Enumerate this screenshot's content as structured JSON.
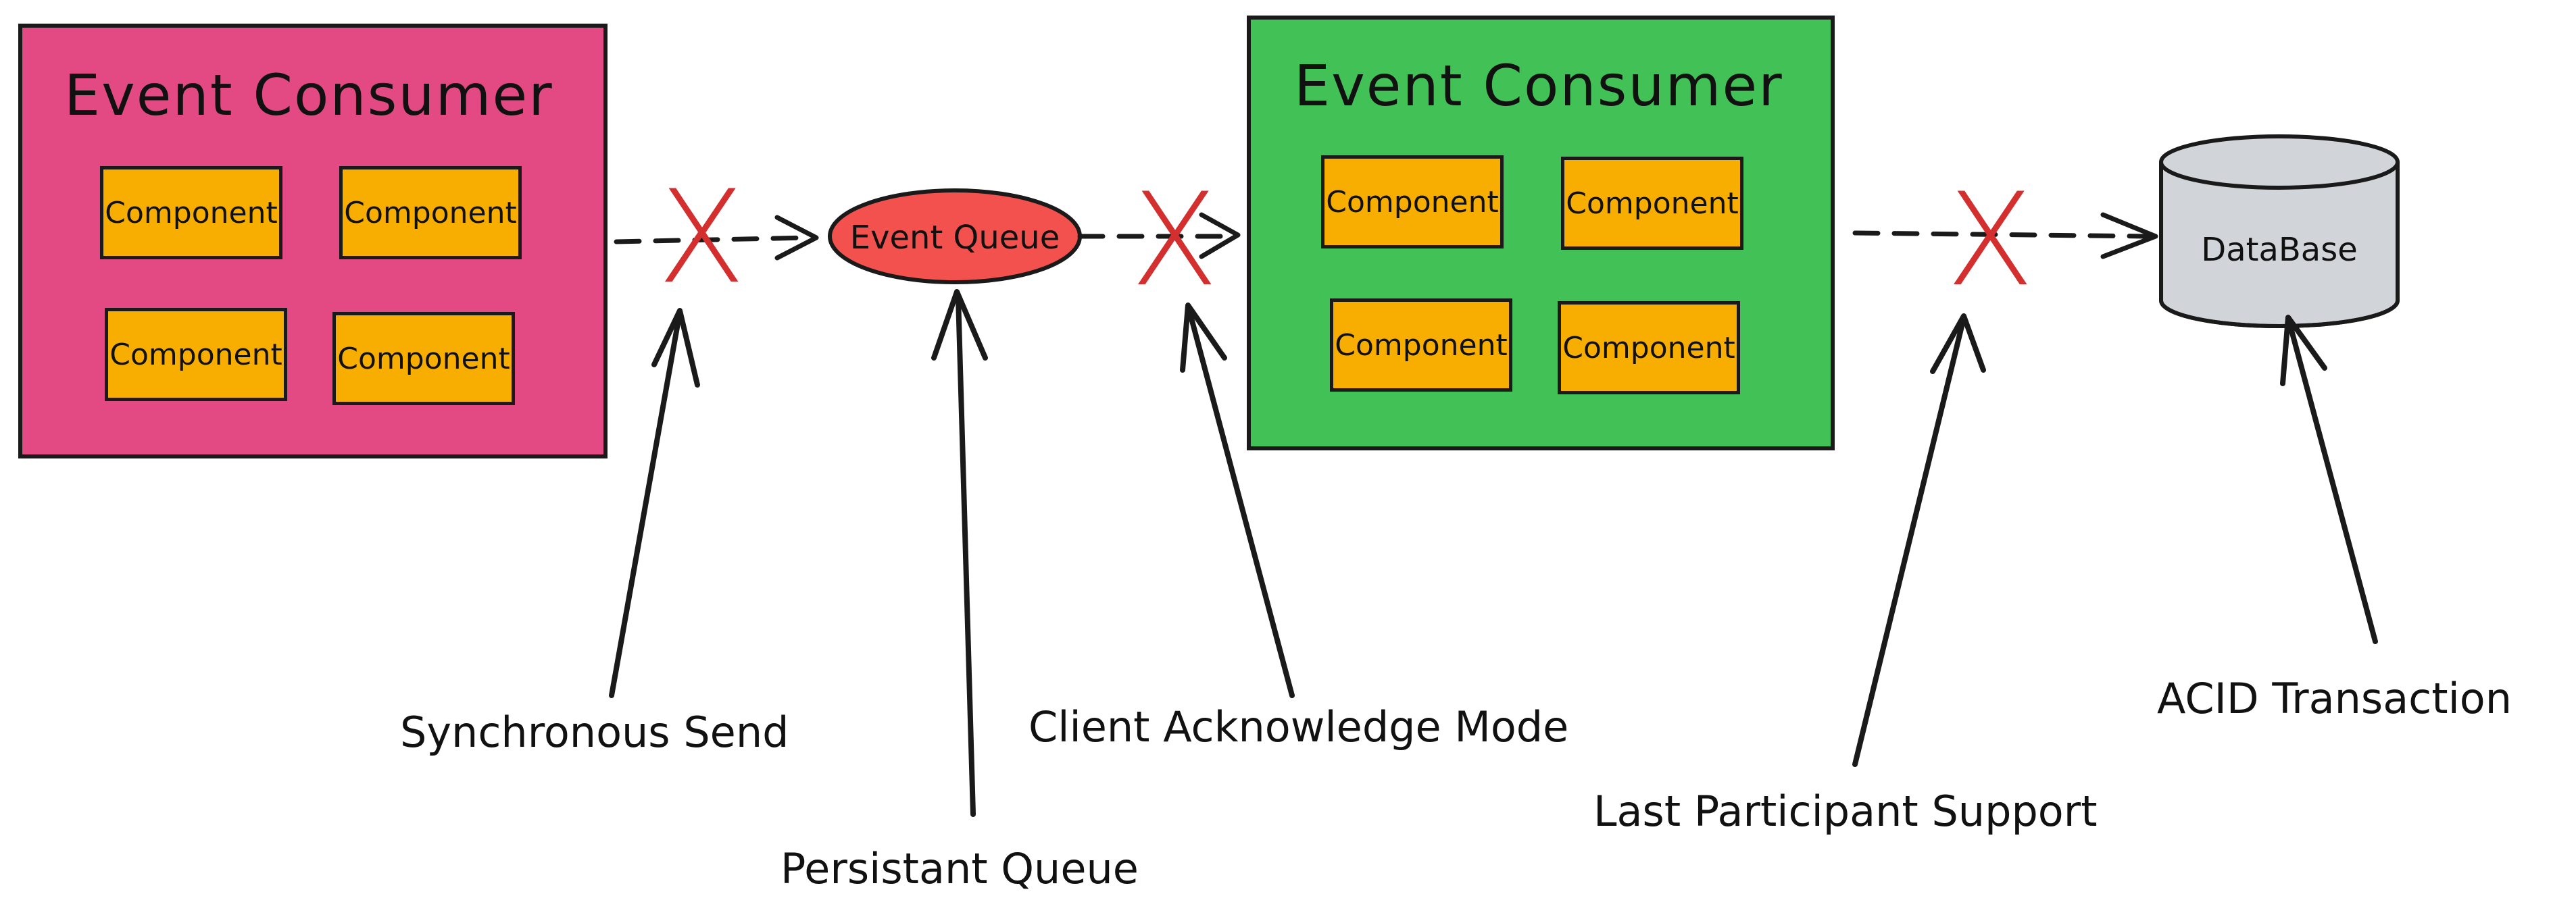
{
  "colors": {
    "consumer_left": "#E34A83",
    "consumer_right": "#42C157",
    "component": "#F7AE00",
    "queue": "#F2514E",
    "database": "#D1D4D9",
    "cross": "#D32F2F",
    "ink": "#111111"
  },
  "consumers": [
    {
      "title": "Event Consumer",
      "components": [
        "Component",
        "Component",
        "Component",
        "Component"
      ]
    },
    {
      "title": "Event Consumer",
      "components": [
        "Component",
        "Component",
        "Component",
        "Component"
      ]
    }
  ],
  "queue": {
    "label": "Event Queue"
  },
  "database": {
    "label": "DataBase"
  },
  "cross_glyph": "X",
  "callouts": [
    "Synchronous Send",
    "Persistant Queue",
    "Client Acknowledge Mode",
    "Last Participant Support",
    "ACID Transaction"
  ]
}
